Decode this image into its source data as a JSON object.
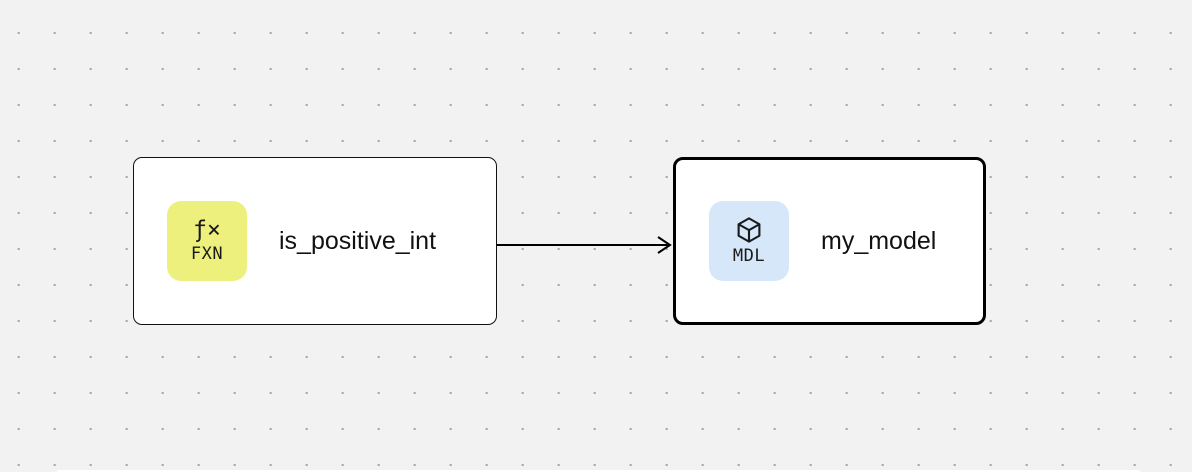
{
  "canvas": {
    "background_color": "#f2f2f2",
    "dot_color": "#a6a6a6"
  },
  "nodes": [
    {
      "id": "fxn-node",
      "label": "is_positive_int",
      "type_tag": "FXN",
      "badge_glyph": "ƒ×",
      "badge_color": "#edf07d",
      "selected": false
    },
    {
      "id": "mdl-node",
      "label": "my_model",
      "type_tag": "MDL",
      "badge_icon": "cube-icon",
      "badge_color": "#d6e7fa",
      "selected": true
    }
  ],
  "edge": {
    "from": "is_positive_int",
    "to": "my_model",
    "color": "#000000"
  }
}
